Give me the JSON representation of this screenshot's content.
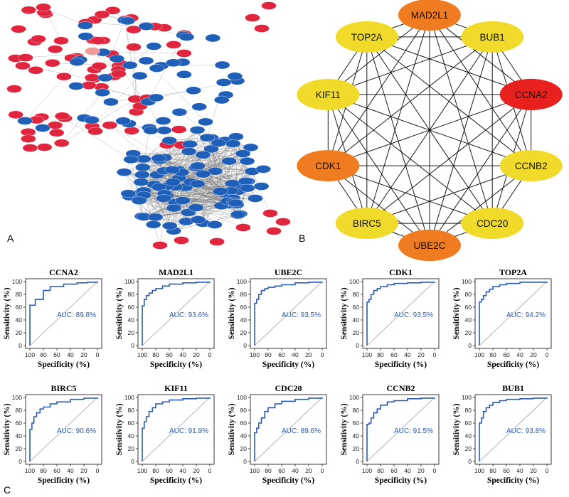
{
  "panels": {
    "a": "A",
    "b": "B",
    "c": "C"
  },
  "colors": {
    "network_red": "#e0253f",
    "network_blue": "#1f5fb8",
    "network_pink": "#f29a9a",
    "hub_red": "#e8201e",
    "hub_orange": "#ef7c20",
    "hub_yellow": "#f1db2a",
    "roc_line": "#2a5ab8",
    "diagonal": "#b9b9b9",
    "auc_text": "#2a5ab8"
  },
  "hub_network": {
    "nodes": [
      {
        "label": "MAD2L1",
        "color": "orange"
      },
      {
        "label": "BUB1",
        "color": "yellow"
      },
      {
        "label": "CCNA2",
        "color": "red"
      },
      {
        "label": "CCNB2",
        "color": "yellow"
      },
      {
        "label": "CDC20",
        "color": "yellow"
      },
      {
        "label": "UBE2C",
        "color": "orange"
      },
      {
        "label": "BIRC5",
        "color": "yellow"
      },
      {
        "label": "CDK1",
        "color": "orange"
      },
      {
        "label": "KIF11",
        "color": "yellow"
      },
      {
        "label": "TOP2A",
        "color": "yellow"
      }
    ]
  },
  "roc": {
    "xlabel": "Specificity (%)",
    "ylabel": "Sensitivity (%)",
    "xticks": [
      "100",
      "80",
      "60",
      "40",
      "20",
      "0"
    ],
    "yticks": [
      "0",
      "20",
      "40",
      "60",
      "80",
      "100"
    ]
  },
  "chart_data": [
    {
      "type": "line",
      "title": "CCNA2",
      "auc": "AUC: 89.8%",
      "xlim": [
        100,
        0
      ],
      "ylim": [
        0,
        100
      ],
      "x": [
        100,
        100,
        92,
        92,
        80,
        80,
        70,
        50,
        30,
        15,
        0
      ],
      "y": [
        0,
        63,
        66,
        72,
        77,
        86,
        92,
        96,
        98,
        99,
        100
      ]
    },
    {
      "type": "line",
      "title": "MAD2L1",
      "auc": "AUC: 93.6%",
      "xlim": [
        100,
        0
      ],
      "ylim": [
        0,
        100
      ],
      "x": [
        100,
        100,
        97,
        94,
        90,
        85,
        80,
        70,
        60,
        40,
        20,
        0
      ],
      "y": [
        0,
        62,
        72,
        78,
        82,
        86,
        89,
        93,
        96,
        98,
        99,
        100
      ]
    },
    {
      "type": "line",
      "title": "UBE2C",
      "auc": "AUC: 93.5%",
      "xlim": [
        100,
        0
      ],
      "ylim": [
        0,
        100
      ],
      "x": [
        100,
        100,
        97,
        94,
        90,
        85,
        80,
        70,
        60,
        40,
        20,
        0
      ],
      "y": [
        0,
        66,
        72,
        80,
        86,
        89,
        91,
        93,
        95,
        98,
        99,
        100
      ]
    },
    {
      "type": "line",
      "title": "CDK1",
      "auc": "AUC: 93.5%",
      "xlim": [
        100,
        0
      ],
      "ylim": [
        0,
        100
      ],
      "x": [
        100,
        100,
        97,
        94,
        90,
        85,
        80,
        70,
        60,
        40,
        20,
        0
      ],
      "y": [
        0,
        68,
        72,
        80,
        86,
        89,
        92,
        95,
        97,
        98,
        99,
        100
      ]
    },
    {
      "type": "line",
      "title": "TOP2A",
      "auc": "AUC: 94.2%",
      "xlim": [
        100,
        0
      ],
      "ylim": [
        0,
        100
      ],
      "x": [
        100,
        100,
        97,
        94,
        90,
        85,
        80,
        70,
        60,
        40,
        20,
        0
      ],
      "y": [
        0,
        68,
        72,
        78,
        84,
        88,
        92,
        95,
        97,
        99,
        99,
        100
      ]
    },
    {
      "type": "line",
      "title": "BIRC5",
      "auc": "AUC: 90.6%",
      "xlim": [
        100,
        0
      ],
      "ylim": [
        0,
        100
      ],
      "x": [
        100,
        100,
        97,
        94,
        90,
        85,
        80,
        70,
        60,
        40,
        20,
        0
      ],
      "y": [
        0,
        50,
        60,
        70,
        76,
        82,
        85,
        90,
        93,
        97,
        99,
        100
      ]
    },
    {
      "type": "line",
      "title": "KIF11",
      "auc": "AUC: 91.9%",
      "xlim": [
        100,
        0
      ],
      "ylim": [
        0,
        100
      ],
      "x": [
        100,
        100,
        97,
        94,
        90,
        85,
        80,
        70,
        60,
        40,
        20,
        0
      ],
      "y": [
        0,
        52,
        62,
        70,
        78,
        84,
        90,
        93,
        96,
        98,
        99,
        100
      ]
    },
    {
      "type": "line",
      "title": "CDC20",
      "auc": "AUC: 89.6%",
      "xlim": [
        100,
        0
      ],
      "ylim": [
        0,
        100
      ],
      "x": [
        100,
        100,
        97,
        94,
        90,
        85,
        80,
        70,
        60,
        40,
        20,
        0
      ],
      "y": [
        0,
        45,
        52,
        60,
        68,
        78,
        84,
        90,
        94,
        97,
        99,
        100
      ]
    },
    {
      "type": "line",
      "title": "CCNB2",
      "auc": "AUC: 91.5%",
      "xlim": [
        100,
        0
      ],
      "ylim": [
        0,
        100
      ],
      "x": [
        100,
        100,
        97,
        94,
        90,
        85,
        80,
        70,
        60,
        40,
        20,
        0
      ],
      "y": [
        0,
        58,
        60,
        68,
        76,
        82,
        88,
        93,
        95,
        98,
        99,
        100
      ]
    },
    {
      "type": "line",
      "title": "BUB1",
      "auc": "AUC: 93.8%",
      "xlim": [
        100,
        0
      ],
      "ylim": [
        0,
        100
      ],
      "x": [
        100,
        100,
        97,
        94,
        90,
        85,
        80,
        70,
        60,
        40,
        20,
        0
      ],
      "y": [
        0,
        60,
        68,
        78,
        84,
        88,
        92,
        95,
        97,
        98,
        99,
        100
      ]
    }
  ]
}
